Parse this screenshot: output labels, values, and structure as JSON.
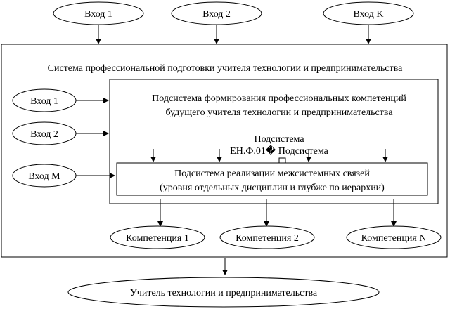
{
  "top_inputs": [
    "Вход 1",
    "Вход 2",
    "Вход K"
  ],
  "system": {
    "title": "Система профессиональной подготовки учителя технологии и предпринимательства"
  },
  "left_inputs": [
    "Вход 1",
    "Вход 2",
    "Вход M"
  ],
  "subsystem_competencies": {
    "line1": "Подсистема формирования профессиональных компетенций",
    "line2": "будущего учителя технологии и предпринимательства"
  },
  "overlap_text": {
    "line1": "Подсистема",
    "line2": "ЕН.Ф.01� Подсистема"
  },
  "subsystem_links": {
    "line1": "Подсистема реализации межсистемных связей",
    "line2": "(уровня отдельных дисциплин и глубже по иерархии)"
  },
  "competencies": [
    "Компетенция 1",
    "Компетенция 2",
    "Компетенция N"
  ],
  "output": {
    "label": "Учитель технологии и предпринимательства"
  }
}
